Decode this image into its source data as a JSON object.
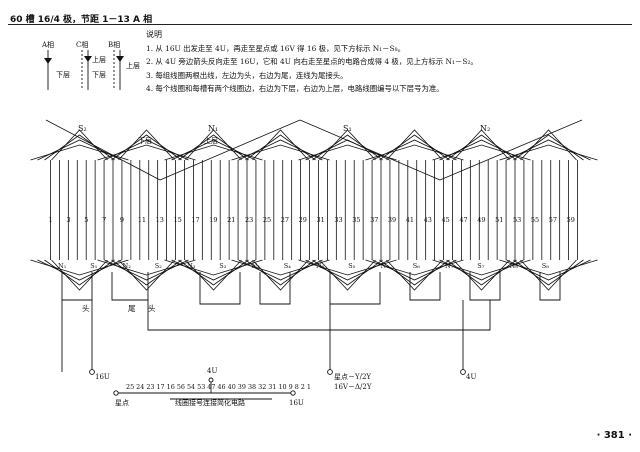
{
  "title": "60 槽 16/4 极，节距 1－13 A 相",
  "legend": {
    "phase_a": "A相",
    "phase_c": "C相",
    "phase_b": "B相",
    "upper_left": "上层",
    "upper_right": "上层",
    "lower_left": "下层",
    "lower_right": "下层"
  },
  "notes": {
    "heading": "说明",
    "items": [
      "1. 从 16U 出发走至 4U，再走至星点或 16V 得 16 极，见下方标示 N₁－S₈。",
      "2. 从 4U 旁边箭头反向走至 16U，它和 4U 向右走至星点的电路合成得 4 极，见上方标示 N₁－S₂。",
      "3. 每组线圈两根出线，左边为头，右边为尾，连线为尾接头。",
      "4. 每个线圈和每槽有两个线圈边，右边为下层，右边为上层，电路线圈编号以下层号为准。"
    ]
  },
  "diagram": {
    "top_labels": [
      "S₂",
      "N₁",
      "S₁",
      "N₂"
    ],
    "layer_lower": "下层",
    "layer_upper": "上层",
    "slot_numbers": [
      "1",
      "3",
      "5",
      "7",
      "9",
      "11",
      "13",
      "15",
      "17",
      "19",
      "21",
      "23",
      "25",
      "27",
      "29",
      "31",
      "33",
      "35",
      "37",
      "39",
      "41",
      "43",
      "45",
      "47",
      "49",
      "51",
      "53",
      "55",
      "57",
      "59"
    ],
    "bottom_poles": [
      "N₁",
      "S₁",
      "N₂",
      "S₂",
      "N₃",
      "S₃",
      "N₄",
      "S₄",
      "N₅",
      "S₅",
      "N₆",
      "S₆",
      "N₇",
      "S₇",
      "N₈",
      "S₈"
    ],
    "head_label": "头",
    "tail_label": "尾",
    "head_label2": "头",
    "terminal_16u": "16U",
    "terminal_4u_mid": "4U",
    "terminal_star": "星点－Y/2Y",
    "terminal_16v": "16V－Δ/2Y",
    "terminal_4u_right": "4U",
    "order_sequence": "25 24 23 17 16 56 54 53 47 46 40 39 38 32 31 10 9 8 2 1",
    "star_label": "星点",
    "caption": "线圈接号连接简化电路",
    "terminal_16u_bottom": "16U"
  },
  "page_number": "· 381 ·"
}
